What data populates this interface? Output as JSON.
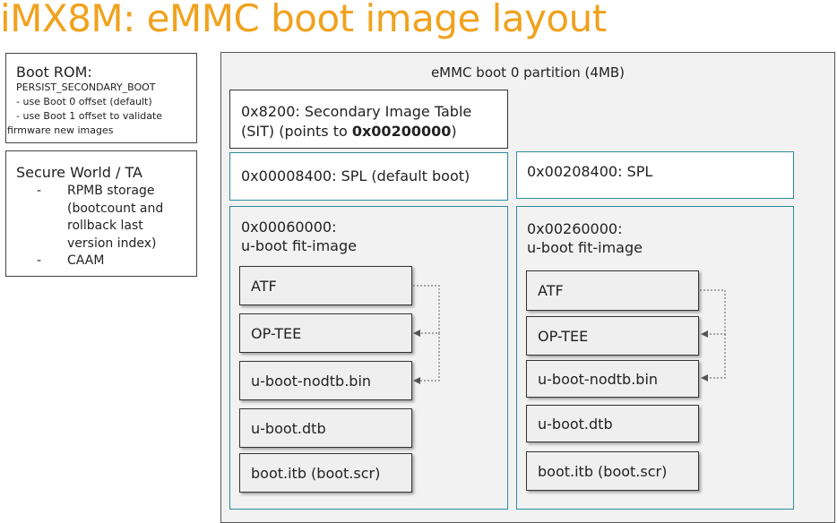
{
  "title": "iMX8M: eMMC boot image layout",
  "boot_rom": {
    "heading": "Boot ROM:",
    "line1": "PERSIST_SECONDARY_BOOT",
    "line2": "- use Boot 0 offset (default)",
    "line3": "- use Boot 1 offset to validate",
    "line4": "firmware new images"
  },
  "secure_world": {
    "heading": "Secure World / TA",
    "items": [
      {
        "dash": "-",
        "text": "RPMB storage (bootcount and rollback last version index)"
      },
      {
        "dash": "-",
        "text": "CAAM"
      }
    ]
  },
  "partition": {
    "label": "eMMC boot 0 partition (4MB)",
    "sit": {
      "prefix": "0x8200: Secondary Image Table (SIT) (points to ",
      "addr": "0x00200000",
      "suffix": ")"
    },
    "spl_primary": "0x00008400: SPL (default boot)",
    "spl_secondary": "0x00208400: SPL",
    "fit_primary": {
      "addr": "0x00060000:",
      "name": "u-boot fit-image"
    },
    "fit_secondary": {
      "addr": "0x00260000:",
      "name": "u-boot fit-image"
    },
    "components": [
      "ATF",
      "OP-TEE",
      "u-boot-nodtb.bin",
      "u-boot.dtb",
      "boot.itb (boot.scr)"
    ]
  },
  "colors": {
    "title": "#f0a21e",
    "teal_border": "#2e8b98",
    "partition_bg": "#f2f2f2",
    "component_bg": "#efefef"
  }
}
